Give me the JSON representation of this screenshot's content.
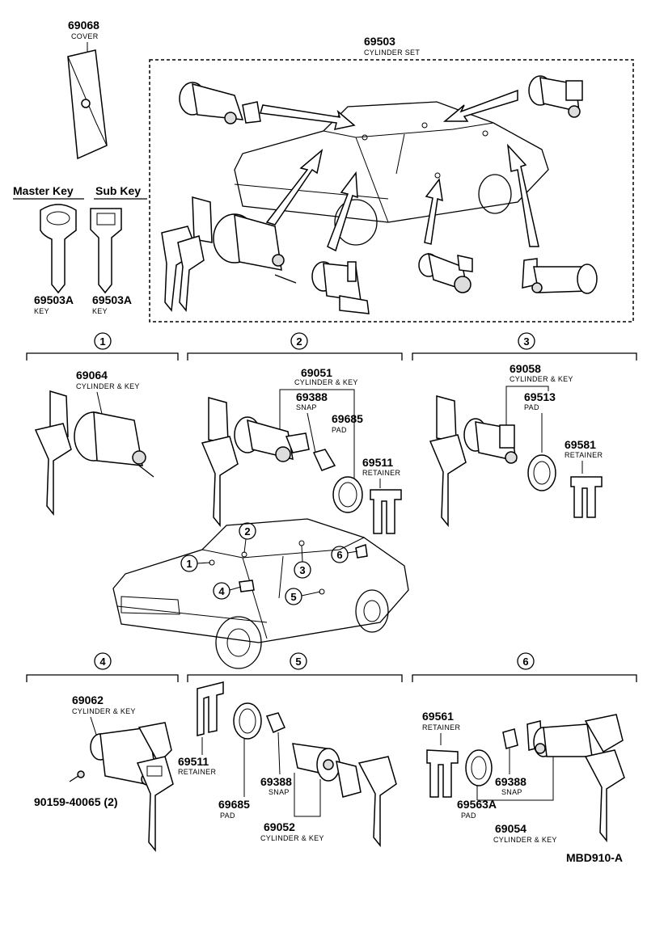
{
  "diagram_id": "MBD910-A",
  "headers": {
    "master_key": "Master Key",
    "sub_key": "Sub Key"
  },
  "parts": {
    "cover": {
      "number": "69068",
      "name": "COVER"
    },
    "cylinder_set": {
      "number": "69503",
      "name": "CYLINDER SET"
    },
    "master_key": {
      "number": "69503A",
      "name": "KEY"
    },
    "sub_key": {
      "number": "69503A",
      "name": "KEY"
    },
    "s1_cylinder": {
      "number": "69064",
      "name": "CYLINDER & KEY"
    },
    "s2_cylinder": {
      "number": "69051",
      "name": "CYLINDER & KEY"
    },
    "s2_snap": {
      "number": "69388",
      "name": "SNAP"
    },
    "s2_pad": {
      "number": "69685",
      "name": "PAD"
    },
    "s2_retainer": {
      "number": "69511",
      "name": "RETAINER"
    },
    "s3_cylinder": {
      "number": "69058",
      "name": "CYLINDER & KEY"
    },
    "s3_pad": {
      "number": "69513",
      "name": "PAD"
    },
    "s3_retainer": {
      "number": "69581",
      "name": "RETAINER"
    },
    "s4_cylinder": {
      "number": "69062",
      "name": "CYLINDER & KEY"
    },
    "s4_screw": {
      "number": "90159-40065 (2)",
      "name": ""
    },
    "s5_retainer": {
      "number": "69511",
      "name": "RETAINER"
    },
    "s5_snap": {
      "number": "69388",
      "name": "SNAP"
    },
    "s5_pad": {
      "number": "69685",
      "name": "PAD"
    },
    "s5_cylinder": {
      "number": "69052",
      "name": "CYLINDER & KEY"
    },
    "s6_retainer": {
      "number": "69561",
      "name": "RETAINER"
    },
    "s6_snap": {
      "number": "69388",
      "name": "SNAP"
    },
    "s6_pad": {
      "number": "69563A",
      "name": "PAD"
    },
    "s6_cylinder": {
      "number": "69054",
      "name": "CYLINDER & KEY"
    }
  },
  "sections": [
    "1",
    "2",
    "3",
    "4",
    "5",
    "6"
  ],
  "car_callouts": [
    "1",
    "2",
    "3",
    "4",
    "5",
    "6"
  ]
}
